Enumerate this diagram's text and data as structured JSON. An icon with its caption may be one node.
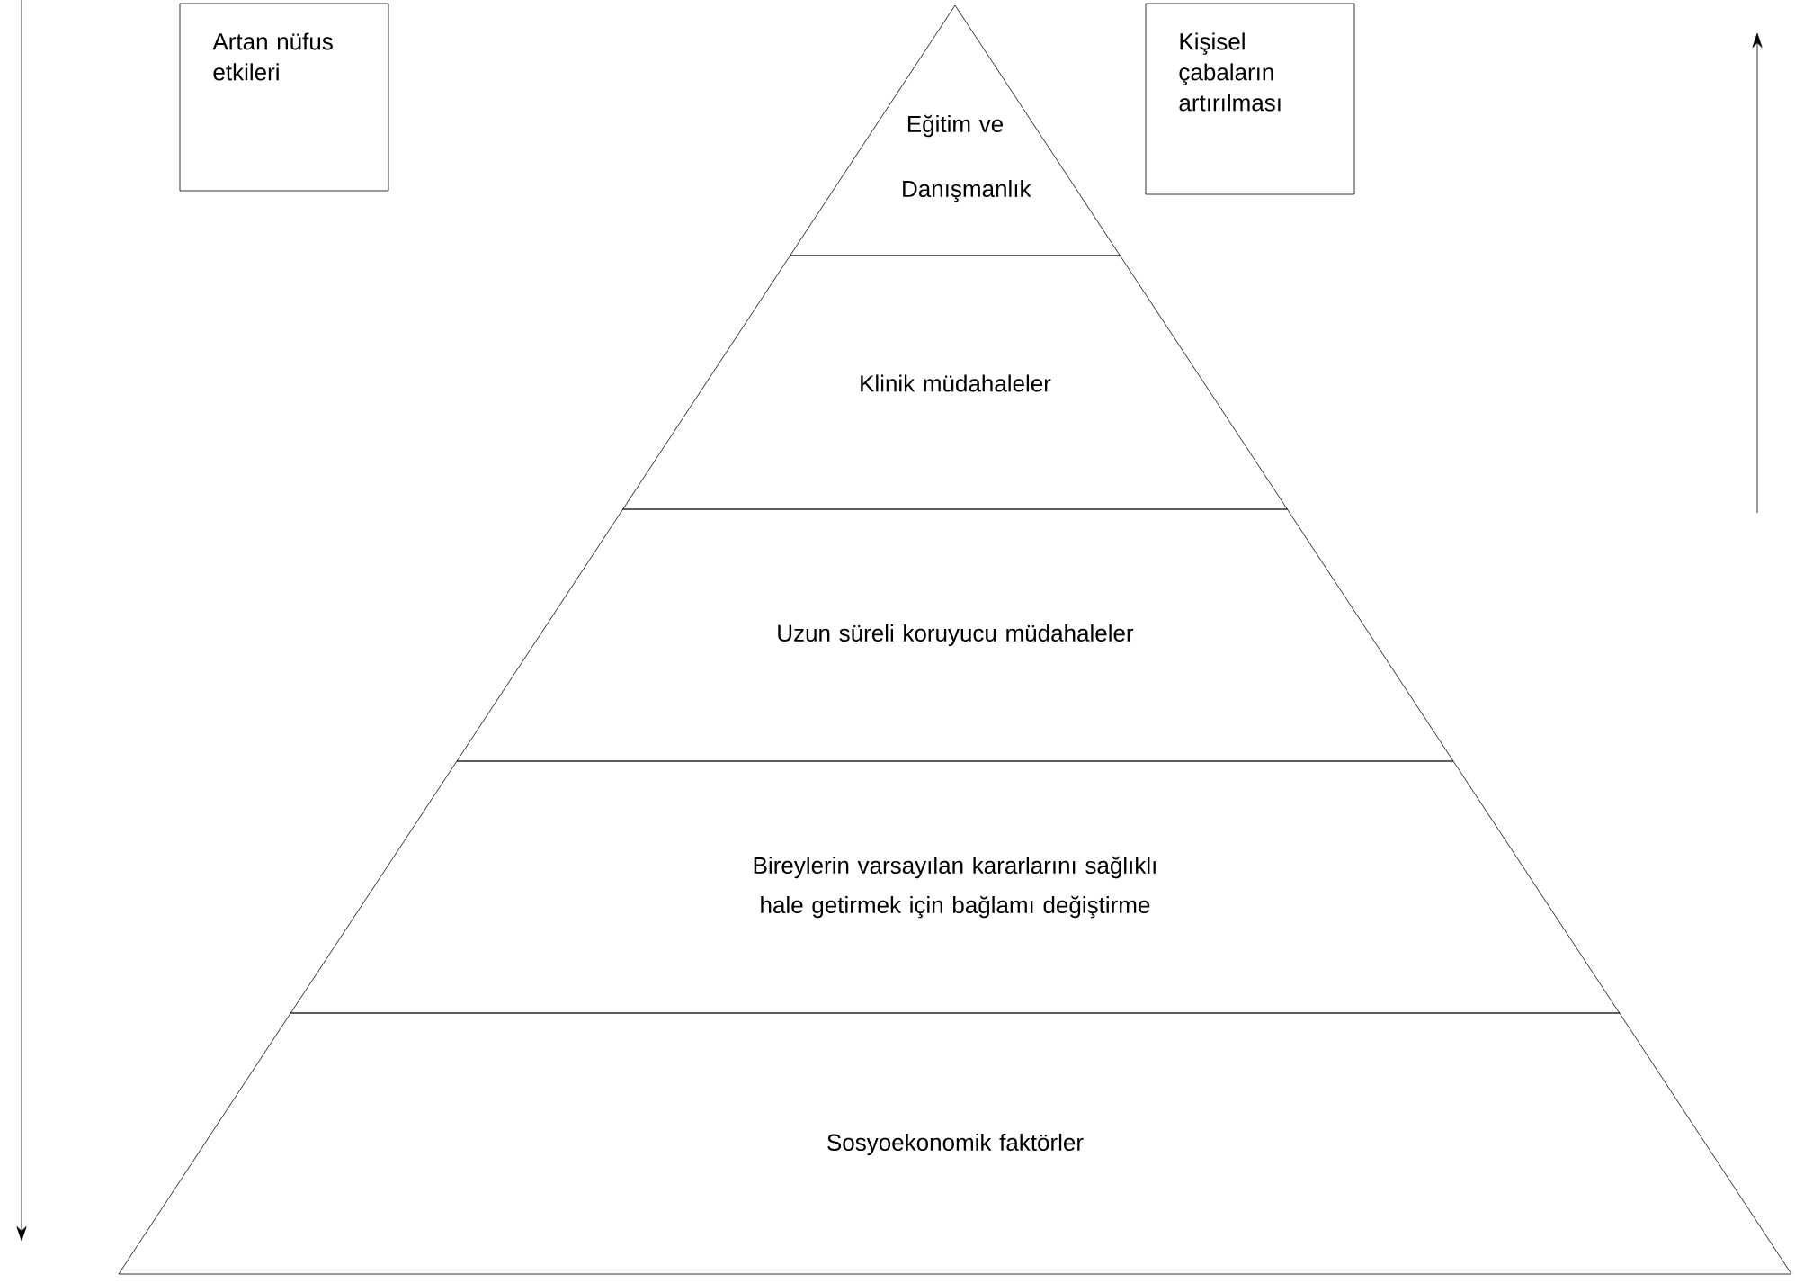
{
  "diagram": {
    "nodes": [
      {
        "text": [
          "Artan nüfus etkileri"
        ]
      },
      {
        "text": [
          "Kişisel çabaların artırılması"
        ]
      },
      {
        "text": [
          "Eğitim ve Danışmanlık"
        ]
      },
      {
        "text": [
          "Klinik müdahaleler"
        ]
      },
      {
        "text": [
          "Uzun süreli koruyucu müdahaleler"
        ]
      },
      {
        "text": [
          "Bireylerin varsayılan kararlarını sağlıklı hale getirmek için bağlamı değiştirme"
        ]
      },
      {
        "text": [
          "Sosyoekonomik faktörler"
        ]
      }
    ]
  }
}
